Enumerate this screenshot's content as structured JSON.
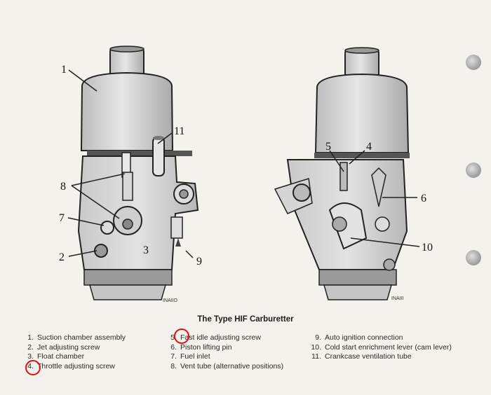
{
  "figure": {
    "caption": "The Type HIF Carburetter",
    "left_code": "INAIIO",
    "right_code": "INAIII",
    "callouts": {
      "c1": "1",
      "c2": "2",
      "c3": "3",
      "c7": "7",
      "c8": "8",
      "c11": "11",
      "c4": "4",
      "c5": "5",
      "c6": "6",
      "c9": "9",
      "c10": "10"
    }
  },
  "legend": {
    "col1": [
      {
        "num": "1.",
        "text": "Suction chamber assembly"
      },
      {
        "num": "2.",
        "text": "Jet adjusting screw"
      },
      {
        "num": "3.",
        "text": "Float chamber"
      },
      {
        "num": "4.",
        "text": "Throttle adjusting screw"
      }
    ],
    "col2": [
      {
        "num": "5.",
        "text": "Fast idle adjusting screw"
      },
      {
        "num": "6.",
        "text": "Piston lifting pin"
      },
      {
        "num": "7.",
        "text": "Fuel inlet"
      },
      {
        "num": "8.",
        "text": "Vent tube (alternative positions)"
      }
    ],
    "col3": [
      {
        "num": "9.",
        "text": "Auto ignition connection"
      },
      {
        "num": "10.",
        "text": "Cold start enrichment lever (cam lever)"
      },
      {
        "num": "11.",
        "text": "Crankcase ventilation tube"
      }
    ]
  },
  "annotations": {
    "highlight_color": "#e01010",
    "highlighted_items": [
      "4.",
      "5."
    ]
  }
}
